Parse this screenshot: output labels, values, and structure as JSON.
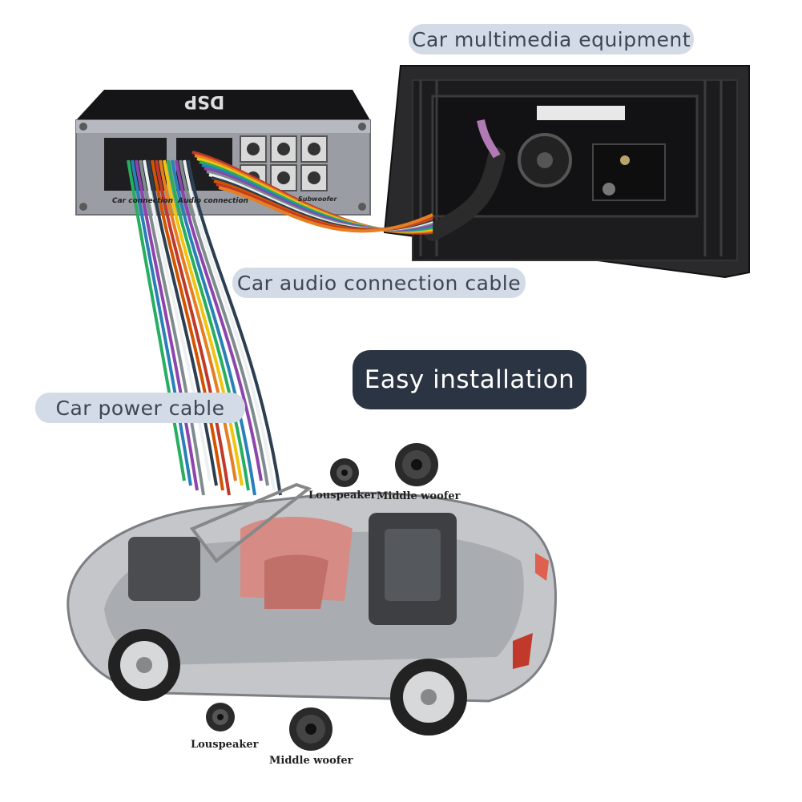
{
  "labels": {
    "multimedia": "Car multimedia equipment",
    "audio_cable": "Car audio connection cable",
    "power_cable": "Car power cable",
    "install": "Easy installation"
  },
  "dsp": {
    "logo": "DSP",
    "port_car": "Car connection",
    "port_audio": "Audio connection",
    "port_sub": "Subwoofer"
  },
  "speakers": {
    "top_left": "Louspeaker",
    "top_right": "Middle woofer",
    "bottom_left": "Louspeaker",
    "bottom_right": "Middle woofer"
  },
  "colors": {
    "pill_bg": "#d3dbe6",
    "pill_dark_bg": "#2b3442",
    "wire_colors": [
      "#c0392b",
      "#e67e22",
      "#f1c40f",
      "#27ae60",
      "#2980b9",
      "#8e44ad",
      "#7f8c8d",
      "#ecf0f1",
      "#2c3e50",
      "#d35400"
    ]
  }
}
